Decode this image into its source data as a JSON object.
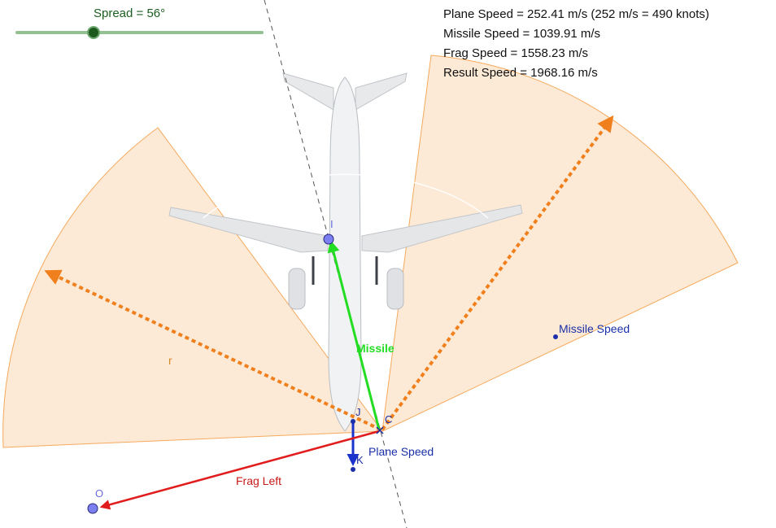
{
  "spread": {
    "label": "Spread = 56°",
    "value_deg": 56
  },
  "readouts": [
    "Plane Speed = 252.41 m/s (252 m/s = 490 knots)",
    "Missile Speed = 1039.91 m/s",
    "Frag Speed = 1558.23 m/s",
    "Result Speed = 1968.16 m/s"
  ],
  "labels": {
    "missile": "Missile",
    "plane_speed": "Plane Speed",
    "frag_left": "Frag Left",
    "missile_speed_point": "Missile Speed",
    "r": "r",
    "point_i": "I",
    "point_j": "J",
    "point_k": "K",
    "point_c": "C",
    "point_o": "O"
  },
  "colors": {
    "sector_fill": "#fde6cf",
    "sector_stroke": "#f5a95c",
    "frag_arrow": "#f0801e",
    "missile_vector": "#22dd22",
    "plane_vector": "#1a33cc",
    "frag_left_vector": "#e01c1c",
    "point_blue": "#7b7ff0",
    "label_blue": "#1a2fa8",
    "label_red": "#c81818",
    "label_orange": "#d8892c",
    "slider_green": "#1b5e20"
  }
}
